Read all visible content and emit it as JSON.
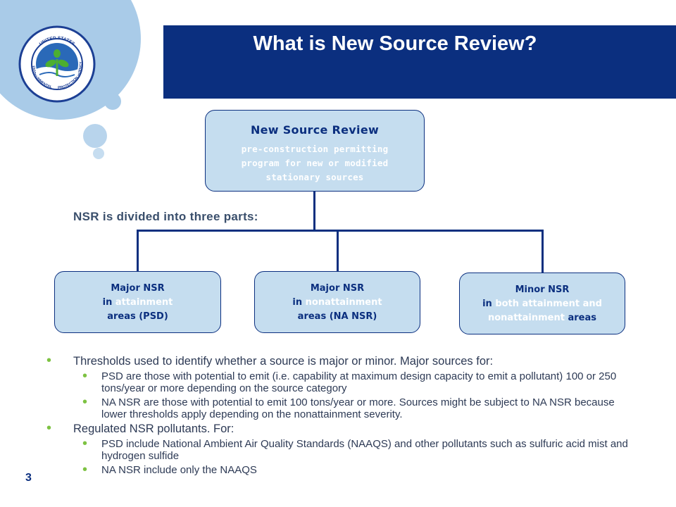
{
  "slide": {
    "title": "What is New Source Review?",
    "page_number": "3"
  },
  "logo": {
    "text_top": "UNITED STATES",
    "text_left": "ENVIRONMENTAL",
    "text_right": "PROTECTION AGENCY"
  },
  "diagram": {
    "root": {
      "title": "New Source Review",
      "subtitle_lines": [
        "pre-construction permitting",
        "program for new or modified",
        "stationary sources"
      ]
    },
    "division_label": "NSR is divided into three parts:",
    "parts": [
      {
        "line1": "Major NSR",
        "line2_prefix": "in ",
        "line2_highlight": "attainment",
        "line3_highlight": "",
        "line3_suffix": "areas (PSD)"
      },
      {
        "line1": "Major NSR",
        "line2_prefix": "in ",
        "line2_highlight": "nonattainment",
        "line3_highlight": "",
        "line3_suffix": "areas (NA NSR)"
      },
      {
        "line1": "Minor NSR",
        "line2_prefix": "in ",
        "line2_highlight": "both attainment and",
        "line3_highlight": "nonattainment",
        "line3_suffix": " areas"
      }
    ]
  },
  "bullets": [
    {
      "level": 1,
      "text": "Thresholds used to identify whether a source is major or minor.  Major sources for:"
    },
    {
      "level": 2,
      "text": "PSD are those with potential to emit (i.e. capability at maximum design capacity to emit a pollutant) 100 or 250 tons/year or more depending on the source category"
    },
    {
      "level": 2,
      "text": "NA NSR are those with potential to emit 100 tons/year or more.  Sources might be subject to NA NSR because lower thresholds apply depending on the nonattainment severity."
    },
    {
      "level": 1,
      "text": "Regulated NSR pollutants. For:"
    },
    {
      "level": 2,
      "text": "PSD include National Ambient Air Quality Standards (NAAQS) and other pollutants such as sulfuric acid mist and hydrogen sulfide"
    },
    {
      "level": 2,
      "text": "NA NSR include only the NAAQS"
    }
  ],
  "colors": {
    "navy": "#0b2f7f",
    "box_fill": "#c5ddef",
    "bullet_green": "#7dc242",
    "text": "#2d3a55"
  }
}
